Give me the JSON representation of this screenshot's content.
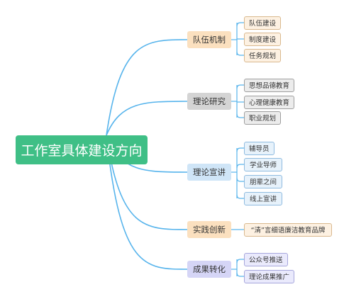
{
  "root": {
    "label": "工作室具体建设方向",
    "color": "#3fbf86"
  },
  "link_color": "#57b4ec",
  "branches": [
    {
      "label": "队伍机制",
      "fill": "#fbe0bf",
      "leaf_fill": "#fdf1e2",
      "leaf_border": "#d9b88e",
      "children": [
        "队伍建设",
        "制度建设",
        "任务规划"
      ]
    },
    {
      "label": "理论研究",
      "fill": "#d4d4d4",
      "leaf_fill": "#ececec",
      "leaf_border": "#9e9e9e",
      "children": [
        "思想品德教育",
        "心理健康教育",
        "职业规划"
      ]
    },
    {
      "label": "理论宣讲",
      "fill": "#cfe5f7",
      "leaf_fill": "#e7f2fb",
      "leaf_border": "#8fbbe0",
      "children": [
        "辅导员",
        "学业导师",
        "朋辈之间",
        "线上宣讲"
      ]
    },
    {
      "label": "实践创新",
      "fill": "#fbe0bf",
      "leaf_fill": "#fdf1e2",
      "leaf_border": "#d9b88e",
      "children": [
        "“清”言细语廉洁教育品牌"
      ]
    },
    {
      "label": "成果转化",
      "fill": "#d5d5f6",
      "leaf_fill": "#eaeafc",
      "leaf_border": "#a6a6dc",
      "children": [
        "公众号推送",
        "理论成果推广"
      ]
    }
  ]
}
